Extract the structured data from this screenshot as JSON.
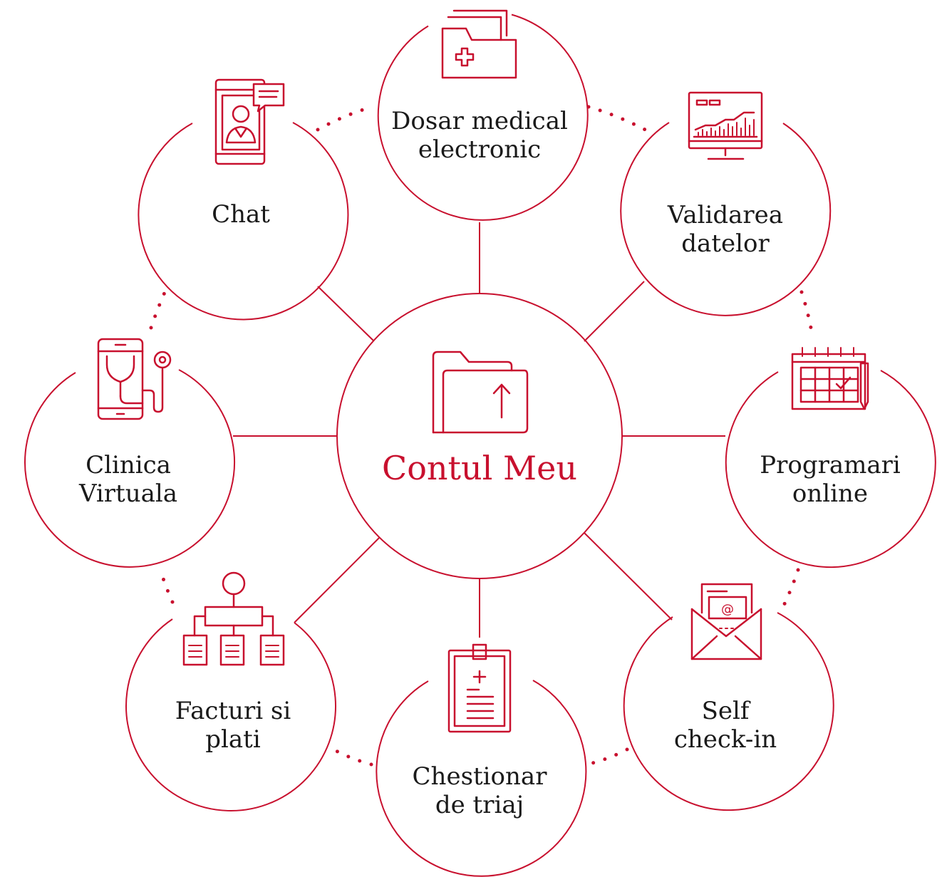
{
  "colors": {
    "accent": "#c8102e",
    "text": "#1a1a1a",
    "background": "#ffffff"
  },
  "center": {
    "label": "Contul Meu",
    "icon": "folder-upload-icon"
  },
  "nodes": {
    "dosar": {
      "line1": "Dosar medical",
      "line2": "electronic",
      "icon": "medical-folder-icon"
    },
    "validarea": {
      "line1": "Validarea",
      "line2": "datelor",
      "icon": "monitor-chart-icon"
    },
    "programari": {
      "line1": "Programari",
      "line2": "online",
      "icon": "calendar-icon"
    },
    "self": {
      "line1": "Self",
      "line2": "check-in",
      "icon": "envelope-at-icon"
    },
    "chestionar": {
      "line1": "Chestionar",
      "line2": "de triaj",
      "icon": "clipboard-icon"
    },
    "facturi": {
      "line1": "Facturi si",
      "line2": "plati",
      "icon": "org-chart-icon"
    },
    "clinica": {
      "line1": "Clinica",
      "line2": "Virtuala",
      "icon": "phone-stethoscope-icon"
    },
    "chat": {
      "line1": "Chat",
      "icon": "phone-chat-icon"
    }
  }
}
